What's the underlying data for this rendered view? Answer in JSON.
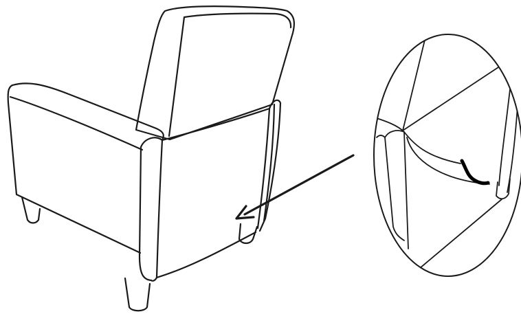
{
  "diagram": {
    "line_color": "#1a1a1a",
    "background": "#ffffff",
    "parts": {
      "chair": "recliner-chair-rear-view",
      "arrow": "pointer-arrow",
      "detail": "circular-detail-callout",
      "handle": "recline-release-handle"
    }
  }
}
